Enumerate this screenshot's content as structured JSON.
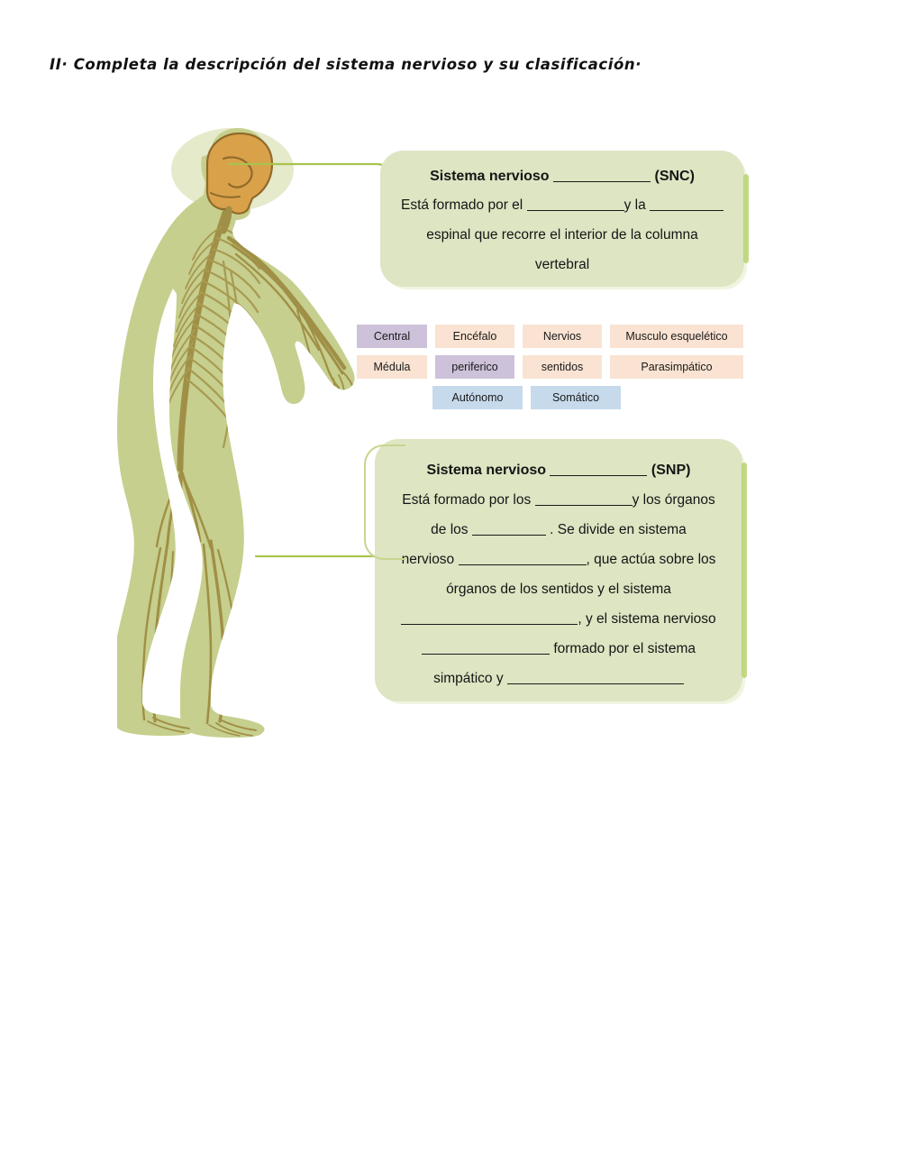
{
  "title": "II· Completa la descripción del sistema nervioso y su clasificación·",
  "colors": {
    "box_fill": "#dde5c3",
    "box_edge": "#b2ce62",
    "connector": "#a9c34f",
    "body_fill": "#c6cf8d",
    "nerve": "#a39048",
    "brain": "#d9a14a",
    "tag_purple": "#cdc2d9",
    "tag_peach": "#fae3d2",
    "tag_blue": "#c6daec"
  },
  "figure": {
    "alt": "human-side-profile-nervous-system",
    "parts": [
      "brain",
      "spinal-cord",
      "peripheral-nerves",
      "arm",
      "legs",
      "feet"
    ]
  },
  "snc_box": {
    "heading_before": "Sistema nervioso",
    "heading_after": "(SNC)",
    "line1_a": "Está formado por el",
    "line1_b": "y la",
    "line2": "espinal que recorre el interior de la columna",
    "line3": "vertebral"
  },
  "snp_box": {
    "heading_before": "Sistema nervioso",
    "heading_after": "(SNP)",
    "line1_a": "Está formado por los",
    "line1_b": "y los órganos",
    "line2_a": "de los",
    "line2_b": ". Se divide en  sistema",
    "line3_a": "nervioso",
    "line3_b": ", que actúa sobre los",
    "line4": "órganos de los sentidos  y el  sistema",
    "line5_b": ", y el sistema nervioso",
    "line6_b": "formado por el sistema",
    "line7_a": "simpático y"
  },
  "word_bank": {
    "rows": [
      [
        {
          "label": "Central",
          "color": "purple",
          "width": "sm"
        },
        {
          "label": "Encéfalo",
          "color": "peach",
          "width": "md"
        },
        {
          "label": "Nervios",
          "color": "peach",
          "width": "md"
        },
        {
          "label": "Musculo esquelético",
          "color": "peach",
          "width": "xl"
        }
      ],
      [
        {
          "label": "Médula",
          "color": "peach",
          "width": "sm"
        },
        {
          "label": "periferico",
          "color": "purple",
          "width": "md"
        },
        {
          "label": "sentidos",
          "color": "peach",
          "width": "md"
        },
        {
          "label": "Parasimpático",
          "color": "peach",
          "width": "xl"
        }
      ],
      [
        {
          "label": "Autónomo",
          "color": "blue",
          "width": "lg"
        },
        {
          "label": "Somático",
          "color": "blue",
          "width": "lg"
        }
      ]
    ]
  }
}
